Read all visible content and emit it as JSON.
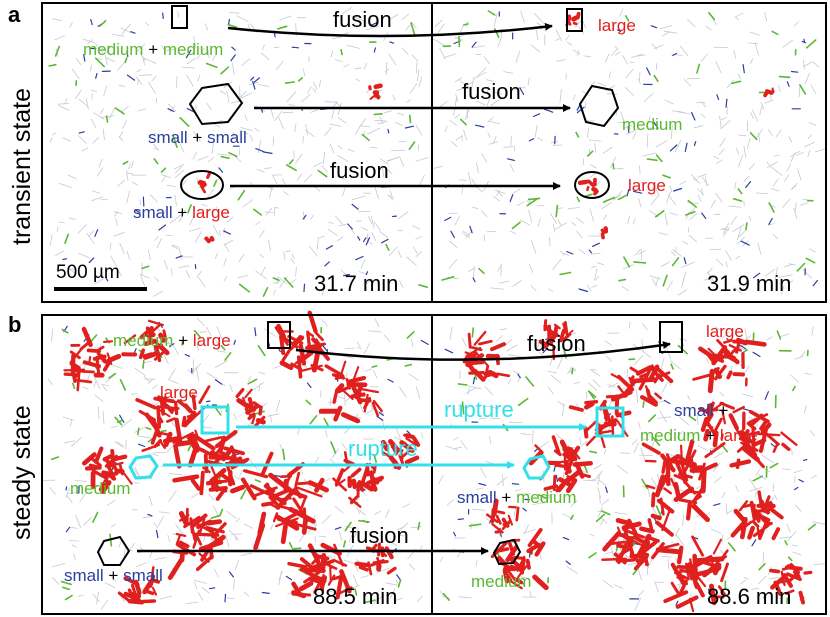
{
  "colors": {
    "small": "#2b3f9e",
    "medium": "#5ab832",
    "large": "#e0201e",
    "cyan": "#33e0ea",
    "black": "#000000",
    "background_fibers": "#c7c9d2"
  },
  "row_a": {
    "letter": "a",
    "row_label": "transient state",
    "left_time": "31.7 min",
    "right_time": "31.9 min",
    "scalebar": "500 µm",
    "events": [
      {
        "left_a": "medium",
        "plus": "+",
        "left_b": "medium",
        "verb": "fusion",
        "result": "large",
        "marker": "square-icon"
      },
      {
        "left_a": "small",
        "plus": "+",
        "left_b": "small",
        "verb": "fusion",
        "result": "medium",
        "marker": "hexagon-icon"
      },
      {
        "left_a": "small",
        "plus": "+",
        "left_b": "large",
        "verb": "fusion",
        "result": "large",
        "marker": "ellipse-icon"
      }
    ]
  },
  "row_b": {
    "letter": "b",
    "row_label": "steady state",
    "left_time": "88.5 min",
    "right_time": "88.6 min",
    "events": [
      {
        "left_a": "medium",
        "plus": "+",
        "left_b": "large",
        "verb": "fusion",
        "result": "large",
        "marker": "square-icon"
      },
      {
        "left_a": "large",
        "verb": "rupture",
        "result_a": "small",
        "plus": "+",
        "result_b": "medium",
        "plus2": "+",
        "result_c": "large",
        "marker": "cyan-square-icon"
      },
      {
        "left_a": "medium",
        "verb": "rupture",
        "result_a": "small",
        "plus": "+",
        "result_b": "medium",
        "marker": "cyan-hexagon-icon"
      },
      {
        "left_a": "small",
        "plus": "+",
        "left_b": "small",
        "verb": "fusion",
        "result": "medium",
        "marker": "hexagon-icon"
      }
    ]
  }
}
